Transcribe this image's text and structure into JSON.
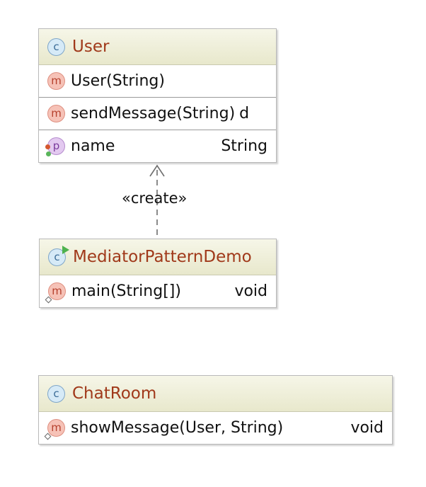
{
  "classes": {
    "user": {
      "name": "User",
      "constructor": "User(String)",
      "method": {
        "label": "sendMessage(String)",
        "type": "d"
      },
      "property": {
        "label": "name",
        "type": "String"
      }
    },
    "demo": {
      "name": "MediatorPatternDemo",
      "method": {
        "label": "main(String[])",
        "type": "void"
      }
    },
    "chatroom": {
      "name": "ChatRoom",
      "method": {
        "label": "showMessage(User, String)",
        "type": "void"
      }
    }
  },
  "relations": {
    "create_label": "«create»"
  },
  "icons": {
    "class": "c",
    "method": "m",
    "property": "p"
  },
  "colors": {
    "class_name": "#a0391a",
    "header_gradient_top": "#f6f6e8",
    "header_gradient_bottom": "#e8e8cc",
    "run_marker": "#4eb24e"
  }
}
